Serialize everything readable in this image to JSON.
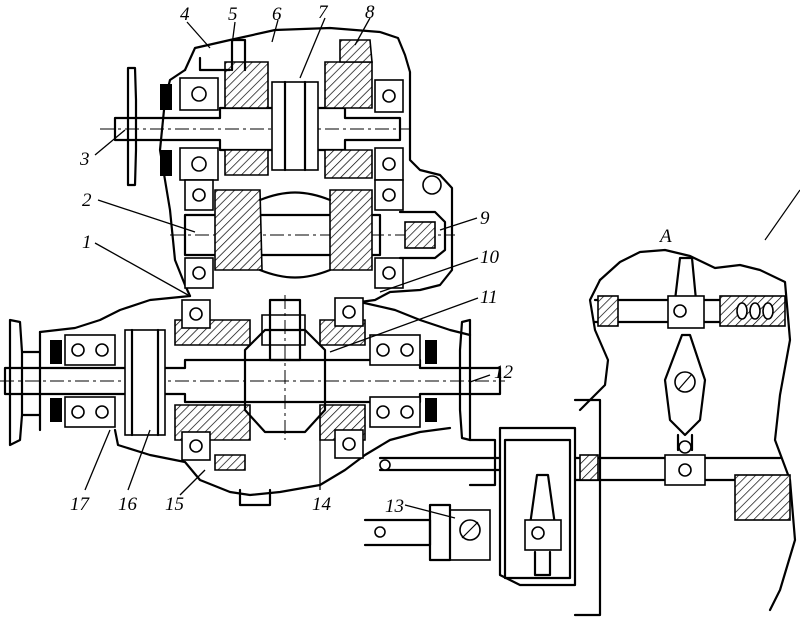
{
  "labels": {
    "l1": "1",
    "l2": "2",
    "l3": "3",
    "l4": "4",
    "l5": "5",
    "l6": "6",
    "l7": "7",
    "l8": "8",
    "l9": "9",
    "l10": "10",
    "l11": "11",
    "l12": "12",
    "l13": "13",
    "l14": "14",
    "l15": "15",
    "l16": "16",
    "l17": "17"
  },
  "view_label": "A"
}
